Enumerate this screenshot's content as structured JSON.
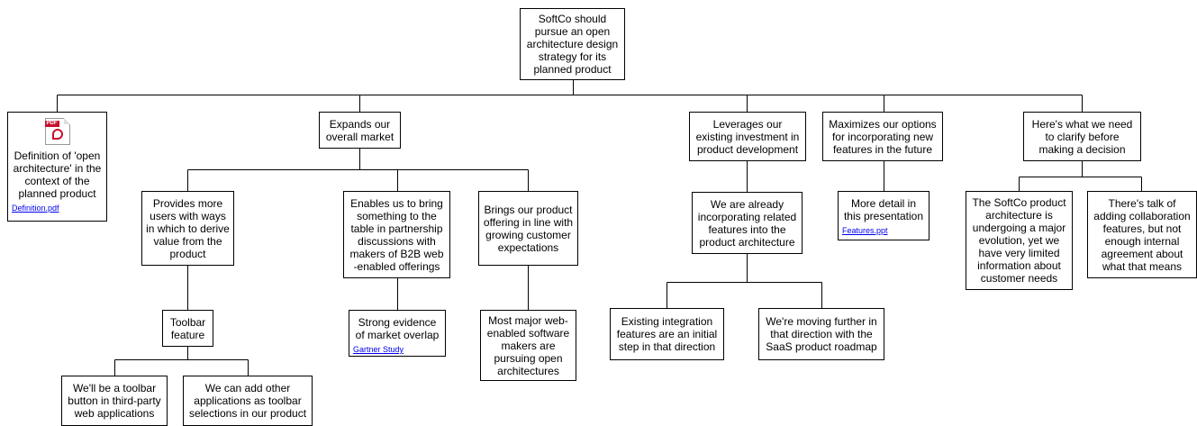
{
  "nodes": {
    "root": "SoftCo should pursue an open architecture design strategy for its planned product",
    "definition": "Definition of 'open architecture' in the context of the planned product",
    "definition_link": "Definition.pdf",
    "definition_icon": "pdf-icon",
    "expands": "Expands our overall market",
    "provides": "Provides more users with ways in which to derive value from the product",
    "toolbar": "Toolbar feature",
    "toolbar_button": "We'll be a toolbar button in third-party web applications",
    "toolbar_apps": "We can add other applications as toolbar selections in our product",
    "enables": "Enables us to bring something to the table in partnership discussions with makers of B2B web -enabled offerings",
    "strong": "Strong evidence of market overlap",
    "strong_link": "Gartner Study",
    "brings": "Brings our product offering in line with growing customer expectations",
    "most_major": "Most major web-enabled software makers are pursuing open architectures",
    "leverages": "Leverages our existing investment in product development",
    "already": "We are already incorporating related features into the product architecture",
    "existing": "Existing integration features are an initial step in that direction",
    "moving": "We're moving further in that direction with the SaaS product roadmap",
    "maximizes": "Maximizes our options for incorporating new features in the future",
    "more_detail": "More detail in this presentation",
    "more_detail_link": "Features.ppt",
    "clarify": "Here's what we need to clarify before making a decision",
    "softco_arch": "The SoftCo product architecture is undergoing a major evolution, yet we have very limited information about customer needs",
    "collab": "There's talk of adding collaboration features, but not enough internal agreement about what that means"
  },
  "colors": {
    "line": "#000000",
    "border": "#000000",
    "link": "#0000ee",
    "pdf_red": "#c8102e"
  }
}
